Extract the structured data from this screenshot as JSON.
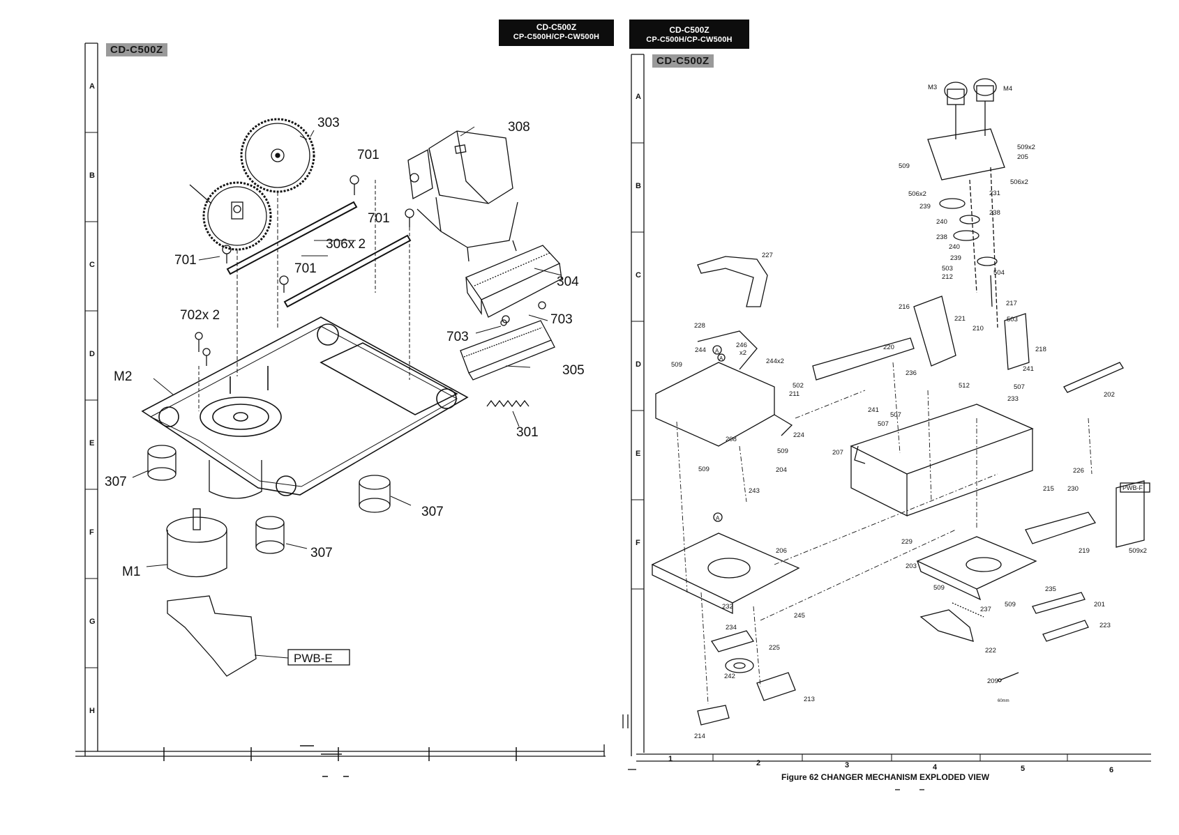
{
  "header": {
    "left": {
      "line1": "CD-C500Z",
      "line2": "CP-C500H/CP-CW500H"
    },
    "right": {
      "line1": "CD-C500Z",
      "line2": "CP-C500H/CP-CW500H"
    }
  },
  "left_panel": {
    "model_tag": "CD-C500Z",
    "row_labels": [
      "A",
      "B",
      "C",
      "D",
      "E",
      "F",
      "G",
      "H"
    ],
    "callouts": {
      "c303": "303",
      "c308": "308",
      "c701a": "701",
      "c701b": "701",
      "c701c": "701",
      "c701d": "701",
      "c306": "306x 2",
      "c304": "304",
      "c702": "702x 2",
      "c703a": "703",
      "c703b": "703",
      "cM2": "M2",
      "c305": "305",
      "c301": "301",
      "c307a": "307",
      "c307b": "307",
      "c307c": "307",
      "cM1": "M1",
      "cPWBE": "PWB-E"
    }
  },
  "right_panel": {
    "model_tag": "CD-C500Z",
    "row_labels": [
      "A",
      "B",
      "C",
      "D",
      "E",
      "F"
    ],
    "col_labels": [
      "1",
      "2",
      "3",
      "4",
      "5",
      "6"
    ],
    "caption": "Figure 62  CHANGER MECHANISM EXPLODED VIEW",
    "callouts": {
      "M3": "M3",
      "M4": "M4",
      "r509x2a": "509x2",
      "r205": "205",
      "r509a": "509",
      "r506x2a": "506x2",
      "r506x2b": "506x2",
      "r231": "231",
      "r239a": "239",
      "r238a": "238",
      "r240a": "240",
      "r238b": "238",
      "r240b": "240",
      "r239b": "239",
      "r503a": "503",
      "r212": "212",
      "r504": "504",
      "r227": "227",
      "r217": "217",
      "r216": "216",
      "r221": "221",
      "r503b": "503",
      "r210": "210",
      "r228": "228",
      "r244": "244",
      "r246": "246",
      "rX2": "x2",
      "r244x2": "244x2",
      "r218": "218",
      "r220": "220",
      "r241a": "241",
      "r509b": "509",
      "r236": "236",
      "r512": "512",
      "r507a": "507",
      "r502": "502",
      "r211": "211",
      "r233": "233",
      "r202": "202",
      "r241b": "241",
      "r507b": "507",
      "r507c": "507",
      "r208": "208",
      "r224": "224",
      "r207": "207",
      "r509c": "509",
      "r509d": "509",
      "r204": "204",
      "r226": "226",
      "r243": "243",
      "r215": "215",
      "r230": "230",
      "rPWBF": "PWB-F",
      "rA1": "A",
      "rA2": "A",
      "rA3": "A",
      "r206": "206",
      "r229": "229",
      "r219": "219",
      "r509x2b": "509x2",
      "r203": "203",
      "r509e": "509",
      "r509f": "509",
      "r235": "235",
      "r201": "201",
      "r232": "232",
      "r245": "245",
      "r237": "237",
      "r234": "234",
      "r223": "223",
      "r225": "225",
      "r222": "222",
      "r242": "242",
      "r213": "213",
      "r209": "209",
      "r60mm": "60mm",
      "r214": "214"
    }
  }
}
